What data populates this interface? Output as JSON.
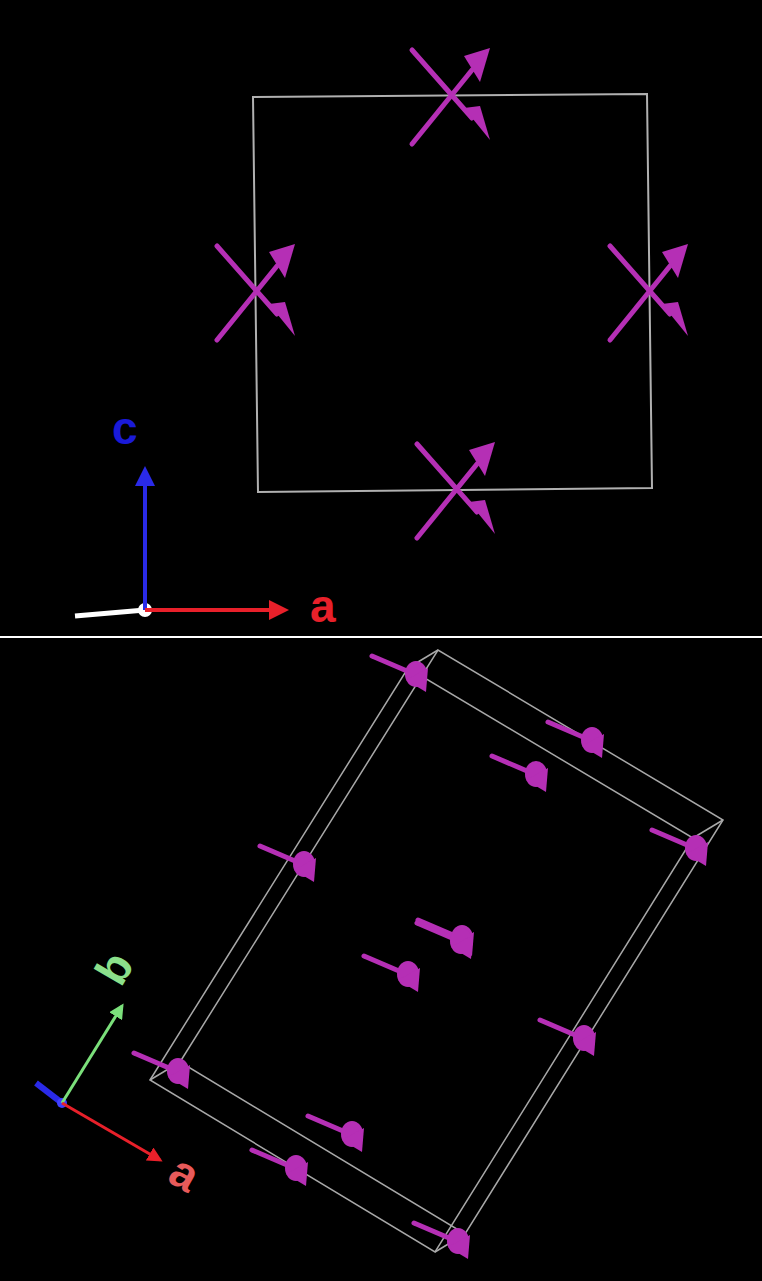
{
  "diagram": {
    "labels": [
      "c",
      "a",
      "b",
      "a"
    ]
  }
}
